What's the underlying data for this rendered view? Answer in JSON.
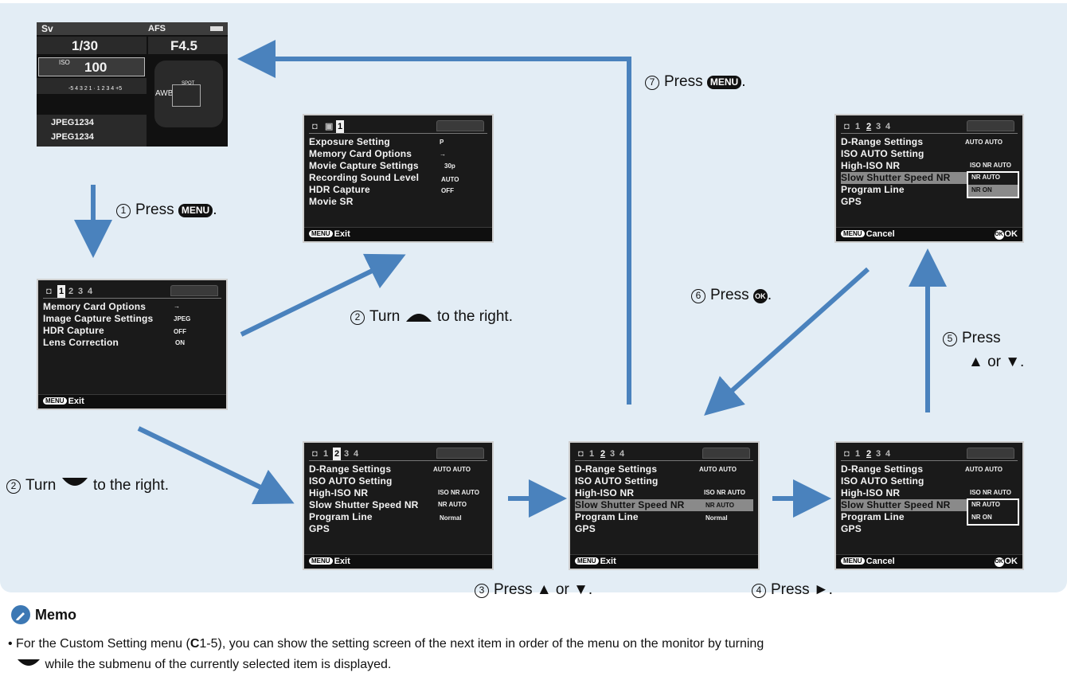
{
  "live_view": {
    "mode": "Sv",
    "af": "AFS",
    "shutter": "1/30",
    "aperture": "F4.5",
    "iso_label": "ISO",
    "iso": "100",
    "scale": "-5 4 3 2 1 · 1 2 3 4 +5",
    "wb": "AWB",
    "spot": "SPOT",
    "file1": "JPEG1234",
    "file2": "JPEG1234"
  },
  "screen_a": {
    "tabs": [
      "1",
      "2",
      "3",
      "4"
    ],
    "items": [
      "Memory Card Options",
      "Image Capture Settings",
      "HDR Capture",
      "Lens Correction"
    ],
    "values": [
      "→ ",
      "JPEG",
      "OFF",
      "ON"
    ],
    "footer": "Exit"
  },
  "screen_b": {
    "tab": "1",
    "items": [
      "Exposure Setting",
      "Memory Card Options",
      "Movie Capture Settings",
      "Recording Sound Level",
      "HDR Capture",
      "Movie SR"
    ],
    "values": [
      "P",
      "→ ",
      "30p",
      "AUTO",
      "OFF",
      ""
    ],
    "footer": "Exit"
  },
  "screen_c": {
    "tabs": [
      "1",
      "2",
      "3",
      "4"
    ],
    "items": [
      "D-Range Settings",
      "ISO AUTO Setting",
      "High-ISO NR",
      "Slow Shutter Speed NR",
      "Program Line",
      "GPS"
    ],
    "values": [
      "AUTO AUTO",
      "",
      "ISO NR AUTO",
      "NR AUTO",
      "Normal",
      ""
    ],
    "footer": "Exit"
  },
  "screen_d": {
    "tabs": [
      "1",
      "2",
      "3",
      "4"
    ],
    "items": [
      "D-Range Settings",
      "ISO AUTO Setting",
      "High-ISO NR",
      "Slow Shutter Speed NR",
      "Program Line",
      "GPS"
    ],
    "values": [
      "AUTO AUTO",
      "",
      "ISO NR AUTO",
      "NR AUTO",
      "Normal",
      ""
    ],
    "footer": "Exit"
  },
  "screen_e": {
    "tabs": [
      "1",
      "2",
      "3",
      "4"
    ],
    "items": [
      "D-Range Settings",
      "ISO AUTO Setting",
      "High-ISO NR",
      "Slow Shutter Speed NR",
      "Program Line",
      "GPS"
    ],
    "values": [
      "AUTO AUTO",
      "",
      "ISO NR AUTO",
      "NR AUTO",
      "NR ON",
      ""
    ],
    "footer_left": "Cancel",
    "footer_right": "OK"
  },
  "screen_f": {
    "tabs": [
      "1",
      "2",
      "3",
      "4"
    ],
    "items": [
      "D-Range Settings",
      "ISO AUTO Setting",
      "High-ISO NR",
      "Slow Shutter Speed NR",
      "Program Line",
      "GPS"
    ],
    "values": [
      "AUTO AUTO",
      "",
      "ISO NR AUTO",
      "NR AUTO",
      "NR ON",
      ""
    ],
    "footer_left": "Cancel",
    "footer_right": "OK"
  },
  "steps": {
    "s1_num": "1",
    "s1_pre": "Press",
    "s1_icon": "MENU",
    "s1_post": ".",
    "s2a_num": "2",
    "s2a_pre": "Turn",
    "s2a_post": "to the right.",
    "s2b_num": "2",
    "s2b_pre": "Turn",
    "s2b_post": "to the right.",
    "s3_num": "3",
    "s3_text": "Press ▲ or ▼.",
    "s4_num": "4",
    "s4_text": "Press ►.",
    "s5_num": "5",
    "s5_line1": "Press",
    "s5_line2": "▲ or ▼.",
    "s6_num": "6",
    "s6_pre": "Press",
    "s6_icon": "OK",
    "s6_post": ".",
    "s7_num": "7",
    "s7_pre": "Press",
    "s7_icon": "MENU",
    "s7_post": "."
  },
  "memo": {
    "title": "Memo",
    "line1_pre": "For the Custom Setting menu (",
    "line1_c": "C",
    "line1_post": "1-5), you can show the setting screen of the next item in order of the menu on the monitor by turning",
    "line2": "while the submenu of the currently selected item is displayed."
  },
  "colors": {
    "panel": "#e3edf5",
    "arrow": "#4a82bd",
    "screen": "#1a1a1a"
  }
}
